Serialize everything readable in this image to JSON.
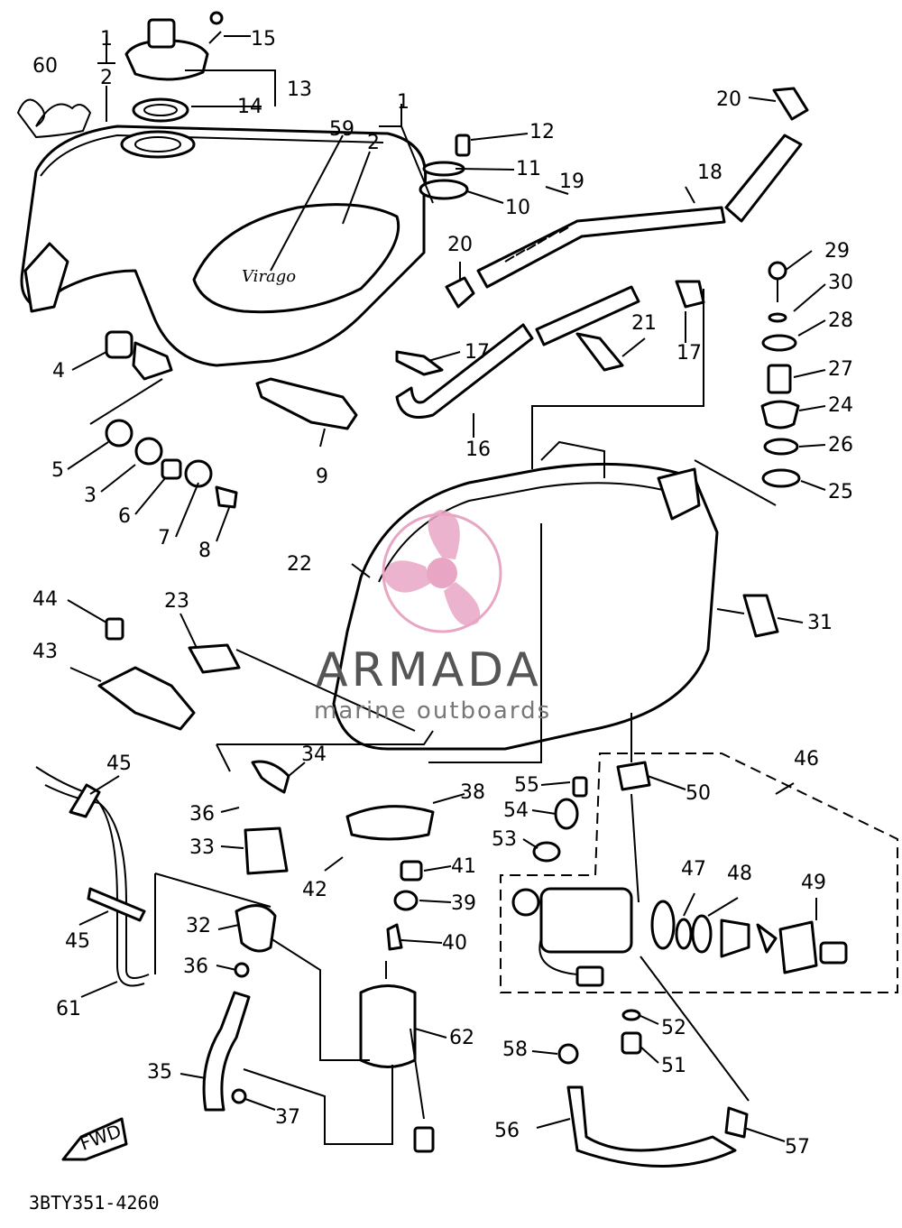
{
  "diagram": {
    "code": "3BTY351-4260",
    "fwd_label": "FWD",
    "tank_badge": "Virago",
    "labels": [
      "1",
      "2",
      "1",
      "2",
      "13",
      "14",
      "15",
      "60",
      "59",
      "12",
      "11",
      "10",
      "19",
      "18",
      "20",
      "20",
      "4",
      "5",
      "3",
      "6",
      "7",
      "8",
      "9",
      "17",
      "17",
      "21",
      "16",
      "29",
      "30",
      "28",
      "27",
      "24",
      "26",
      "25",
      "22",
      "31",
      "23",
      "44",
      "43",
      "34",
      "36",
      "33",
      "45",
      "45",
      "32",
      "36",
      "35",
      "37",
      "61",
      "38",
      "41",
      "39",
      "40",
      "42",
      "62",
      "55",
      "54",
      "53",
      "50",
      "46",
      "47",
      "48",
      "49",
      "52",
      "51",
      "58",
      "56",
      "57"
    ]
  },
  "watermark": {
    "brand": "ARMADA",
    "tagline": "marine outboards",
    "colors": {
      "logo_pink": "#e8a6c4",
      "text_gray": "#555555"
    }
  }
}
